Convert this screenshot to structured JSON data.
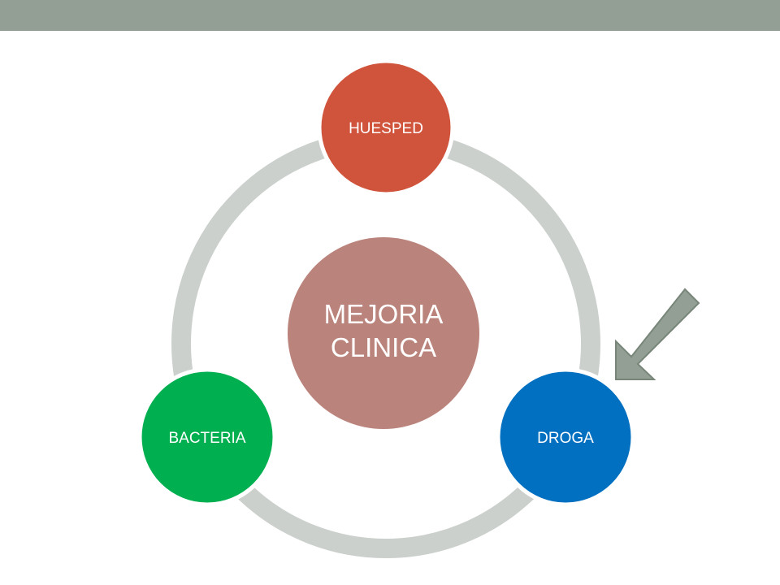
{
  "center": {
    "line1": "MEJORIA",
    "line2": "CLINICA"
  },
  "nodes": {
    "top": {
      "label": "HUESPED"
    },
    "right": {
      "label": "DROGA"
    },
    "left": {
      "label": "BACTERIA"
    }
  },
  "colors": {
    "top_bar": "#939e94",
    "ring": "#cbd0cc",
    "center": "#ba837b",
    "huesped": "#d0533b",
    "droga": "#0270c1",
    "bacteria": "#00b050",
    "arrow": "#939e94"
  },
  "icons": {
    "pointer": "arrow-down-left-icon"
  }
}
